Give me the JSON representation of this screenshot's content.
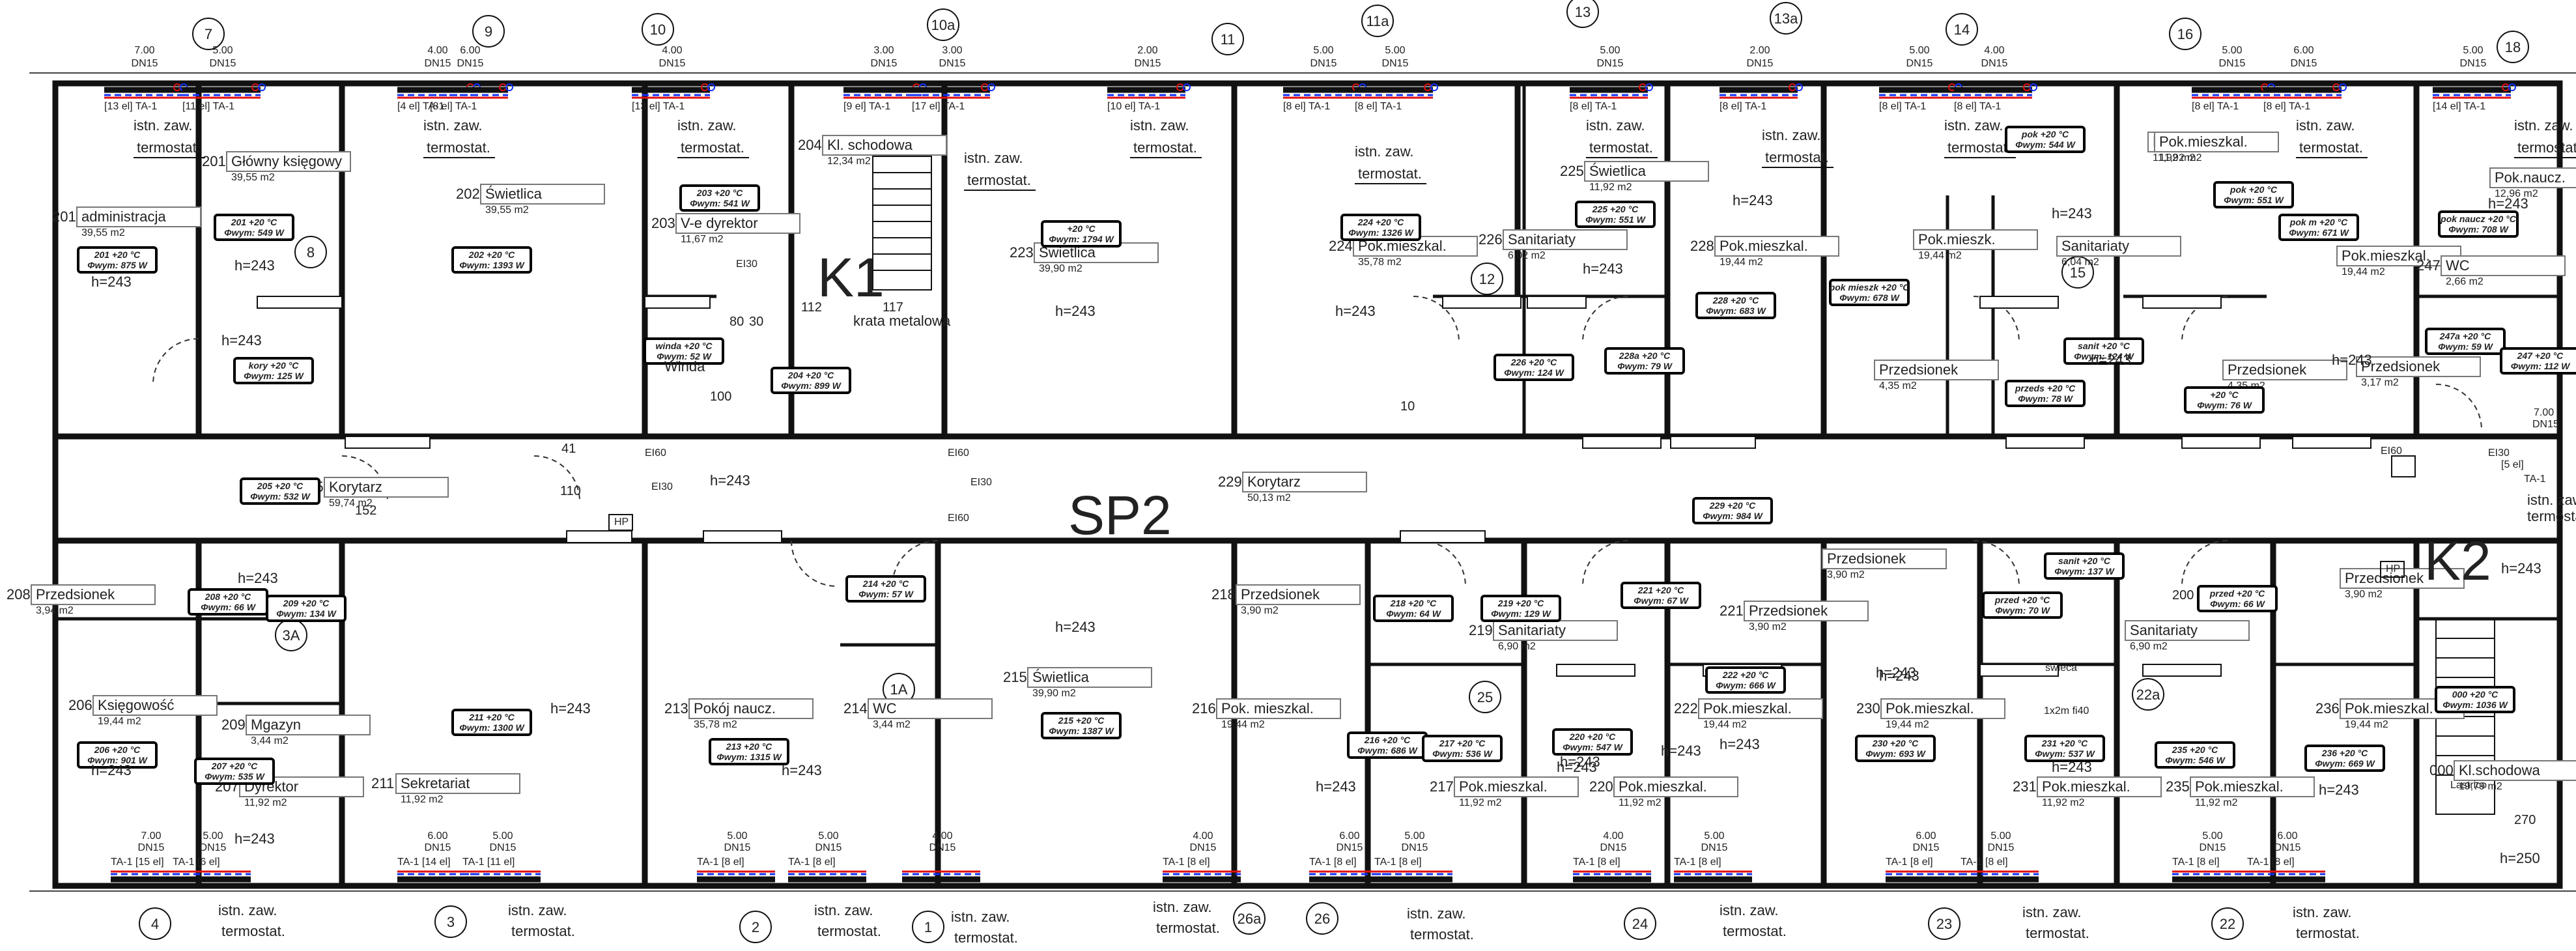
{
  "axis_markers": [
    {
      "label": "7"
    },
    {
      "label": "9"
    },
    {
      "label": "10"
    },
    {
      "label": "10a"
    },
    {
      "label": "11"
    },
    {
      "label": "11a"
    },
    {
      "label": "13"
    },
    {
      "label": "13a"
    },
    {
      "label": "14"
    },
    {
      "label": "16"
    },
    {
      "label": "18"
    },
    {
      "label": "4"
    },
    {
      "label": "3"
    },
    {
      "label": "2"
    },
    {
      "label": "1"
    },
    {
      "label": "26a"
    },
    {
      "label": "26"
    },
    {
      "label": "24"
    },
    {
      "label": "23"
    },
    {
      "label": "22"
    },
    {
      "label": "8"
    },
    {
      "label": "3A"
    },
    {
      "label": "1A"
    },
    {
      "label": "12"
    },
    {
      "label": "15"
    },
    {
      "label": "25"
    },
    {
      "label": "22a"
    }
  ],
  "radiators": [
    {
      "pipe": "7.00",
      "dn": "DN15",
      "type": "[13 el] TA-1"
    },
    {
      "pipe": "5.00",
      "dn": "DN15",
      "type": "[11 el] TA-1"
    },
    {
      "pipe": "4.00",
      "dn": "DN15",
      "type": "[4 el] TA-1"
    },
    {
      "pipe": "6.00",
      "dn": "DN15",
      "type": "[8 el] TA-1"
    },
    {
      "pipe": "4.00",
      "dn": "DN15",
      "type": "[13 el] TA-1"
    },
    {
      "pipe": "3.00",
      "dn": "DN15",
      "type": "[9 el] TA-1"
    },
    {
      "pipe": "3.00",
      "dn": "DN15",
      "type": "[17 el] TA-1"
    },
    {
      "pipe": "2.00",
      "dn": "DN15",
      "type": "[10 el] TA-1"
    },
    {
      "pipe": "5.00",
      "dn": "DN15",
      "type": "[8 el] TA-1"
    },
    {
      "pipe": "5.00",
      "dn": "DN15",
      "type": "[8 el] TA-1"
    },
    {
      "pipe": "5.00",
      "dn": "DN15",
      "type": "[8 el] TA-1"
    },
    {
      "pipe": "2.00",
      "dn": "DN15",
      "type": "[8 el] TA-1"
    },
    {
      "pipe": "5.00",
      "dn": "DN15",
      "type": "[8 el] TA-1"
    },
    {
      "pipe": "4.00",
      "dn": "DN15",
      "type": "[8 el] TA-1"
    },
    {
      "pipe": "5.00",
      "dn": "DN15",
      "type": "[8 el] TA-1"
    },
    {
      "pipe": "6.00",
      "dn": "DN15",
      "type": "[8 el] TA-1"
    },
    {
      "pipe": "5.00",
      "dn": "DN15",
      "type": "[14 el] TA-1"
    }
  ],
  "radiators_bottom": [
    {
      "pipe": "7.00",
      "dn": "DN15",
      "type": "TA-1 [15 el]"
    },
    {
      "pipe": "5.00",
      "dn": "DN15",
      "type": "TA-1 [6 el]"
    },
    {
      "pipe": "6.00",
      "dn": "DN15",
      "type": "TA-1 [14 el]"
    },
    {
      "pipe": "5.00",
      "dn": "DN15",
      "type": "TA-1 [11 el]"
    },
    {
      "pipe": "5.00",
      "dn": "DN15",
      "type": "TA-1 [8 el]"
    },
    {
      "pipe": "5.00",
      "dn": "DN15",
      "type": "TA-1 [8 el]"
    },
    {
      "pipe": "4.00",
      "dn": "DN15",
      "type": ""
    },
    {
      "pipe": "4.00",
      "dn": "DN15",
      "type": "TA-1 [8 el]"
    },
    {
      "pipe": "6.00",
      "dn": "DN15",
      "type": "TA-1 [8 el]"
    },
    {
      "pipe": "5.00",
      "dn": "DN15",
      "type": "TA-1 [8 el]"
    },
    {
      "pipe": "4.00",
      "dn": "DN15",
      "type": "TA-1 [8 el]"
    },
    {
      "pipe": "5.00",
      "dn": "DN15",
      "type": "TA-1 [8 el]"
    },
    {
      "pipe": "6.00",
      "dn": "DN15",
      "type": "TA-1 [8 el]"
    },
    {
      "pipe": "5.00",
      "dn": "DN15",
      "type": "TA-1 [8 el]"
    },
    {
      "pipe": "5.00",
      "dn": "DN15",
      "type": "TA-1 [8 el]"
    },
    {
      "pipe": "6.00",
      "dn": "DN15",
      "type": "TA-1 [8 el]"
    }
  ],
  "thermostat_label": {
    "line1": "istn. zaw.",
    "line2": "termostat."
  },
  "rooms": [
    {
      "num": "201",
      "name": "Główny księgowy",
      "area": "39,55 m2"
    },
    {
      "num": "201",
      "name": "administracja",
      "area": "39,55 m2"
    },
    {
      "num": "202",
      "name": "Świetlica",
      "area": "39,55 m2"
    },
    {
      "num": "203",
      "name": "V-e dyrektor",
      "area": "11,67 m2"
    },
    {
      "num": "204",
      "name": "Kl. schodowa",
      "area": "12,34 m2"
    },
    {
      "num": "223",
      "name": "Świetlica",
      "area": "39,90 m2"
    },
    {
      "num": "224",
      "name": "Pok.mieszkal.",
      "area": "35,78 m2"
    },
    {
      "num": "226",
      "name": "Sanitariaty",
      "area": "6,02 m2"
    },
    {
      "num": "225",
      "name": "Świetlica",
      "area": "11,92 m2"
    },
    {
      "num": "228",
      "name": "Pok.mieszkal.",
      "area": "19,44 m2"
    },
    {
      "num": "",
      "name": "Pok.mieszkal.",
      "area": "11,92 m2"
    },
    {
      "num": "",
      "name": "Pok.mieszk.",
      "area": "19,44 m2"
    },
    {
      "num": "",
      "name": "Sanitariaty",
      "area": "6,04 m2"
    },
    {
      "num": "",
      "name": "Pok.mieszkal.",
      "area": "11,92 m2"
    },
    {
      "num": "",
      "name": "Pok.mieszkal.",
      "area": "19,44 m2"
    },
    {
      "num": "",
      "name": "Pok.naucz.",
      "area": "12,96 m2"
    },
    {
      "num": "247",
      "name": "WC",
      "area": "2,66 m2"
    },
    {
      "num": "",
      "name": "Przedsionek",
      "area": "4,35 m2"
    },
    {
      "num": "",
      "name": "Przedsionek",
      "area": "4,35 m2"
    },
    {
      "num": "",
      "name": "Przedsionek",
      "area": "3,17 m2"
    },
    {
      "num": "205",
      "name": "Korytarz",
      "area": "59,74 m2"
    },
    {
      "num": "229",
      "name": "Korytarz",
      "area": "50,13 m2"
    },
    {
      "num": "208",
      "name": "Przedsionek",
      "area": "3,94 m2"
    },
    {
      "num": "206",
      "name": "Księgowość",
      "area": "19,44 m2"
    },
    {
      "num": "209",
      "name": "Mgazyn",
      "area": "3,44 m2"
    },
    {
      "num": "207",
      "name": "Dyrektor",
      "area": "11,92 m2"
    },
    {
      "num": "211",
      "name": "Sekretariat",
      "area": "11,92 m2"
    },
    {
      "num": "213",
      "name": "Pokój naucz.",
      "area": "35,78 m2"
    },
    {
      "num": "214",
      "name": "WC",
      "area": "3,44 m2"
    },
    {
      "num": "215",
      "name": "Świetlica",
      "area": "39,90 m2"
    },
    {
      "num": "218",
      "name": "Przedsionek",
      "area": "3,90 m2"
    },
    {
      "num": "216",
      "name": "Pok. mieszkal.",
      "area": "19,44 m2"
    },
    {
      "num": "219",
      "name": "Sanitariaty",
      "area": "6,90 m2"
    },
    {
      "num": "217",
      "name": "Pok.mieszkal.",
      "area": "11,92 m2"
    },
    {
      "num": "220",
      "name": "Pok.mieszkal.",
      "area": "11,92 m2"
    },
    {
      "num": "221",
      "name": "Przedsionek",
      "area": "3,90 m2"
    },
    {
      "num": "222",
      "name": "Pok.mieszkal.",
      "area": "19,44 m2"
    },
    {
      "num": "",
      "name": "Przedsionek",
      "area": "3,90 m2"
    },
    {
      "num": "230",
      "name": "Pok.mieszkal.",
      "area": "19,44 m2"
    },
    {
      "num": "",
      "name": "Sanitariaty",
      "area": "6,90 m2"
    },
    {
      "num": "231",
      "name": "Pok.mieszkal.",
      "area": "11,92 m2"
    },
    {
      "num": "235",
      "name": "Pok.mieszkal.",
      "area": "11,92 m2"
    },
    {
      "num": "236",
      "name": "Pok.mieszkal.",
      "area": "19,44 m2"
    },
    {
      "num": "",
      "name": "Przedsionek",
      "area": "3,90 m2"
    },
    {
      "num": "000",
      "name": "Kl.schodowa",
      "area": "19,79 m2"
    }
  ],
  "heat_loads": [
    {
      "t": "201 +20 °C",
      "w": "Φwym: 549 W"
    },
    {
      "t": "201 +20 °C",
      "w": "Φwym: 875 W"
    },
    {
      "t": "202 +20 °C",
      "w": "Φwym: 1393 W"
    },
    {
      "t": "203 +20 °C",
      "w": "Φwym: 541 W"
    },
    {
      "t": "+20 °C",
      "w": "Φwym: 1794 W"
    },
    {
      "t": "224 +20 °C",
      "w": "Φwym: 1326 W"
    },
    {
      "t": "225 +20 °C",
      "w": "Φwym: 551 W"
    },
    {
      "t": "228 +20 °C",
      "w": "Φwym: 683 W"
    },
    {
      "t": "226 +20 °C",
      "w": "Φwym: 124 W"
    },
    {
      "t": "228a +20 °C",
      "w": "Φwym: 79 W"
    },
    {
      "t": "pok +20 °C",
      "w": "Φwym: 544 W"
    },
    {
      "t": "pok mieszk +20 °C",
      "w": "Φwym: 678 W"
    },
    {
      "t": "sanit +20 °C",
      "w": "Φwym: 124 W"
    },
    {
      "t": "przeds +20 °C",
      "w": "Φwym: 78 W"
    },
    {
      "t": "pok +20 °C",
      "w": "Φwym: 551 W"
    },
    {
      "t": "pok m +20 °C",
      "w": "Φwym: 671 W"
    },
    {
      "t": "+20 °C",
      "w": "Φwym: 76 W"
    },
    {
      "t": "pok naucz +20 °C",
      "w": "Φwym: 708 W"
    },
    {
      "t": "247a +20 °C",
      "w": "Φwym: 59 W"
    },
    {
      "t": "247 +20 °C",
      "w": "Φwym: 112 W"
    },
    {
      "t": "winda +20 °C",
      "w": "Φwym: 52 W"
    },
    {
      "t": "204 +20 °C",
      "w": "Φwym: 899 W"
    },
    {
      "t": "kory +20 °C",
      "w": "Φwym: 125 W"
    },
    {
      "t": "205 +20 °C",
      "w": "Φwym: 532 W"
    },
    {
      "t": "229 +20 °C",
      "w": "Φwym: 984 W"
    },
    {
      "t": "208 +20 °C",
      "w": "Φwym: 66 W"
    },
    {
      "t": "209 +20 °C",
      "w": "Φwym: 134 W"
    },
    {
      "t": "206 +20 °C",
      "w": "Φwym: 901 W"
    },
    {
      "t": "207 +20 °C",
      "w": "Φwym: 535 W"
    },
    {
      "t": "211 +20 °C",
      "w": "Φwym: 1300 W"
    },
    {
      "t": "213 +20 °C",
      "w": "Φwym: 1315 W"
    },
    {
      "t": "214 +20 °C",
      "w": "Φwym: 57 W"
    },
    {
      "t": "215 +20 °C",
      "w": "Φwym: 1387 W"
    },
    {
      "t": "218 +20 °C",
      "w": "Φwym: 64 W"
    },
    {
      "t": "219 +20 °C",
      "w": "Φwym: 129 W"
    },
    {
      "t": "221 +20 °C",
      "w": "Φwym: 67 W"
    },
    {
      "t": "216 +20 °C",
      "w": "Φwym: 686 W"
    },
    {
      "t": "217 +20 °C",
      "w": "Φwym: 536 W"
    },
    {
      "t": "220 +20 °C",
      "w": "Φwym: 547 W"
    },
    {
      "t": "222 +20 °C",
      "w": "Φwym: 666 W"
    },
    {
      "t": "przed +20 °C",
      "w": "Φwym: 70 W"
    },
    {
      "t": "sanit +20 °C",
      "w": "Φwym: 137 W"
    },
    {
      "t": "230 +20 °C",
      "w": "Φwym: 693 W"
    },
    {
      "t": "231 +20 °C",
      "w": "Φwym: 537 W"
    },
    {
      "t": "przed +20 °C",
      "w": "Φwym: 66 W"
    },
    {
      "t": "235 +20 °C",
      "w": "Φwym: 546 W"
    },
    {
      "t": "236 +20 °C",
      "w": "Φwym: 669 W"
    },
    {
      "t": "000 +20 °C",
      "w": "Φwym: 1036 W"
    }
  ],
  "height_label": "h=243",
  "height_label_2": "h=250",
  "zone_labels": {
    "k1": "K1",
    "k2": "K2",
    "sp2": "SP2"
  },
  "misc": {
    "winda": "Winda",
    "krata": "krata metalowa",
    "swieca": "świeca",
    "swieca_size": "1x2m  fi40",
    "ei60": "EI60",
    "ei30": "EI30",
    "hp": "HP",
    "el5": "[5 el]",
    "ta1": "TA-1",
    "pipe_700": "7.00",
    "dn15": "DN15",
    "lastryko": "Lastrico",
    "dim_100": "100",
    "dim_112": "112",
    "dim_117": "117",
    "dim_152": "152",
    "dim_200": "200",
    "dim_270": "270",
    "dim_80": "80",
    "dim_30": "30",
    "dim_110": "110",
    "dim_10": "10",
    "dim_41": "41"
  }
}
